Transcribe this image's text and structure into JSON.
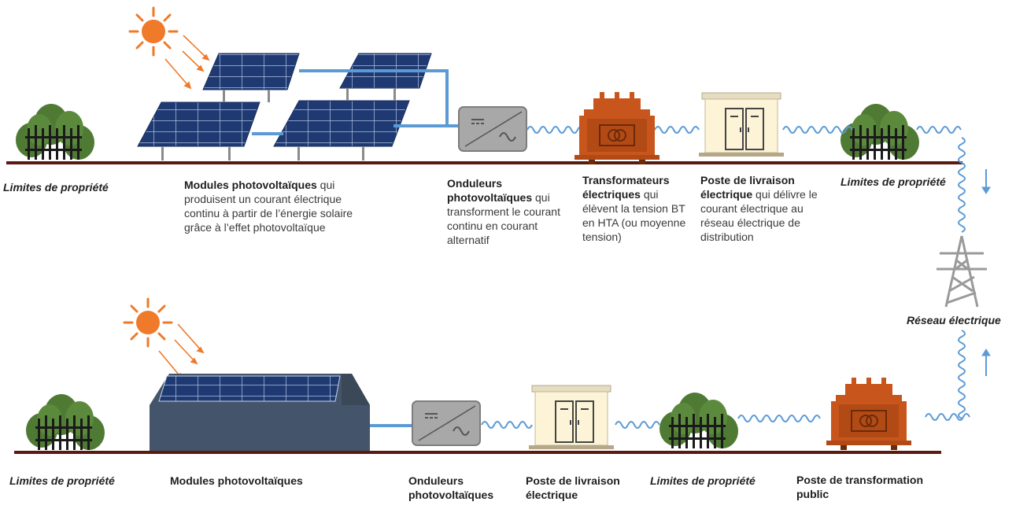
{
  "colors": {
    "ground": "#5a1a10",
    "panel": "#1f3a73",
    "panel_grid": "#c9d6ee",
    "sun": "#ee7a2a",
    "wire": "#5b9bd5",
    "inverter": "#a8a8a8",
    "transformer": "#c8561c",
    "delivery_station": "#fdf3d7",
    "bush": "#4f7a34",
    "fence": "#1a1a1a",
    "pylon": "#9a9a9a",
    "roof_building": "#44546a"
  },
  "top_row": {
    "property_left": "Limites de propriété",
    "modules": {
      "title": "Modules photovoltaïques",
      "desc": "qui produisent un courant électrique continu à partir de l’énergie solaire grâce à l’effet photovoltaïque"
    },
    "inverters": {
      "title": "Onduleurs photovoltaïques",
      "desc": "qui transforment le courant continu en courant alternatif"
    },
    "transformers": {
      "title": "Transformateurs électriques",
      "desc": "qui élèvent la tension BT en HTA (ou moyenne tension)"
    },
    "delivery": {
      "title": "Poste de livraison électrique",
      "desc": "qui délivre le courant électrique au réseau électrique de distribution"
    },
    "property_right": "Limites de propriété"
  },
  "grid": {
    "label": "Réseau électrique",
    "arrow_down": "down-arrow-icon",
    "arrow_up": "up-arrow-icon"
  },
  "bottom_row": {
    "property_left": "Limites de propriété",
    "modules": "Modules photovoltaïques",
    "inverters": "Onduleurs photovoltaïques",
    "delivery": "Poste de livraison électrique",
    "property_mid": "Limites de propriété",
    "public_station": "Poste de transformation public"
  }
}
